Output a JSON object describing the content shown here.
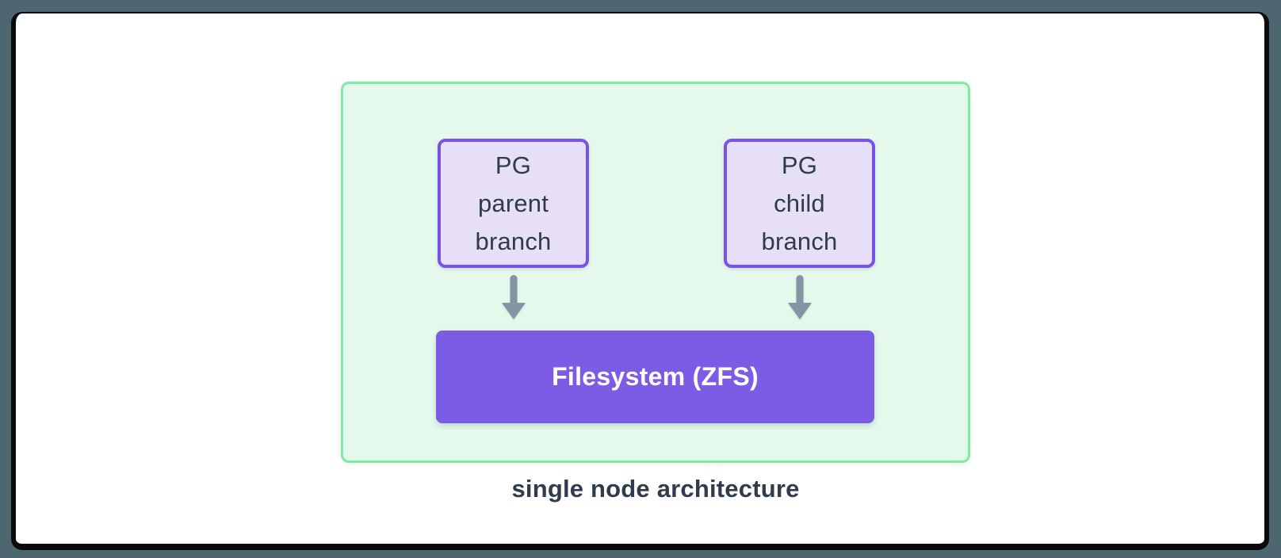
{
  "diagram": {
    "caption": "single node architecture",
    "nodes": {
      "parent": {
        "line1": "PG",
        "line2": "parent",
        "line3": "branch"
      },
      "child": {
        "line1": "PG",
        "line2": "child",
        "line3": "branch"
      },
      "filesystem": {
        "label": "Filesystem (ZFS)"
      }
    },
    "edges": [
      {
        "from": "pg-parent-branch",
        "to": "filesystem-zfs",
        "style": "arrow-down"
      },
      {
        "from": "pg-child-branch",
        "to": "filesystem-zfs",
        "style": "arrow-down"
      }
    ]
  },
  "colors": {
    "page_bg": "#4e6670",
    "frame_border": "#0a0a0a",
    "card_bg": "#ffffff",
    "container_fill": "#e4f9ec",
    "container_border": "#7deda6",
    "node_fill": "#e7dff8",
    "node_border": "#7a52e8",
    "node_text": "#2f3b49",
    "fs_fill": "#7c5ce4",
    "fs_text": "#ffffff",
    "arrow": "#8494a2",
    "caption_text": "#2e3c4e"
  }
}
